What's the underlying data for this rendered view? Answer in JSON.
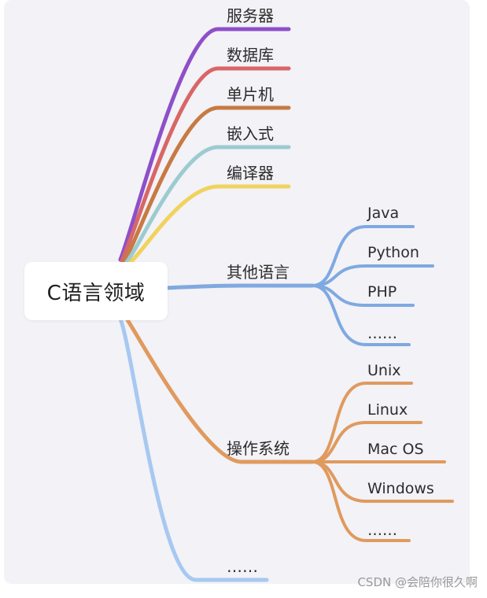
{
  "root": {
    "label": "C语言领域"
  },
  "branches": [
    {
      "label": "服务器",
      "color": "#8e4fc9"
    },
    {
      "label": "数据库",
      "color": "#d96666"
    },
    {
      "label": "单片机",
      "color": "#c77a43"
    },
    {
      "label": "嵌入式",
      "color": "#9ccbd0"
    },
    {
      "label": "编译器",
      "color": "#f2d25e"
    },
    {
      "label": "其他语言",
      "color": "#7fa9e0",
      "children": [
        {
          "label": "Java"
        },
        {
          "label": "Python"
        },
        {
          "label": "PHP"
        },
        {
          "label": "……"
        }
      ]
    },
    {
      "label": "操作系统",
      "color": "#e09a5e",
      "children": [
        {
          "label": "Unix"
        },
        {
          "label": "Linux"
        },
        {
          "label": "Mac OS"
        },
        {
          "label": "Windows"
        },
        {
          "label": "……"
        }
      ]
    },
    {
      "label": "……",
      "color": "#a7c8f0"
    }
  ],
  "watermark": "CSDN @会陪你很久啊"
}
